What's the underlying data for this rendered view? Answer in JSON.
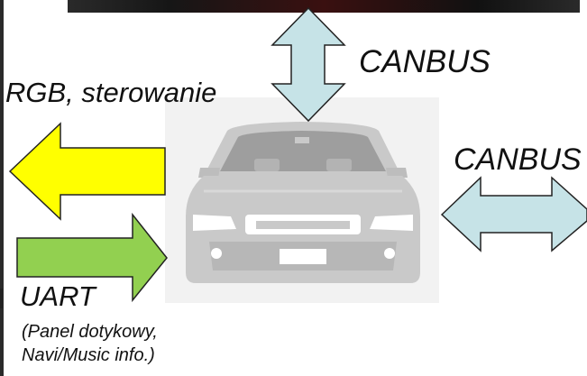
{
  "labels": {
    "canbus_top": "CANBUS",
    "rgb": "RGB, sterowanie",
    "canbus_right": "CANBUS",
    "uart": "UART",
    "uart_note_line1": "(Panel dotykowy,",
    "uart_note_line2": "Navi/Music info.)"
  },
  "colors": {
    "canbus_arrow_fill": "#c6e3e7",
    "rgb_arrow_fill": "#ffff00",
    "uart_arrow_fill": "#92d050",
    "car_body": "#c9c9c9",
    "car_window": "#9e9e9e",
    "car_background": "#f2f2f2",
    "outline": "#222222"
  },
  "icons": {
    "car": "car-front-icon"
  }
}
